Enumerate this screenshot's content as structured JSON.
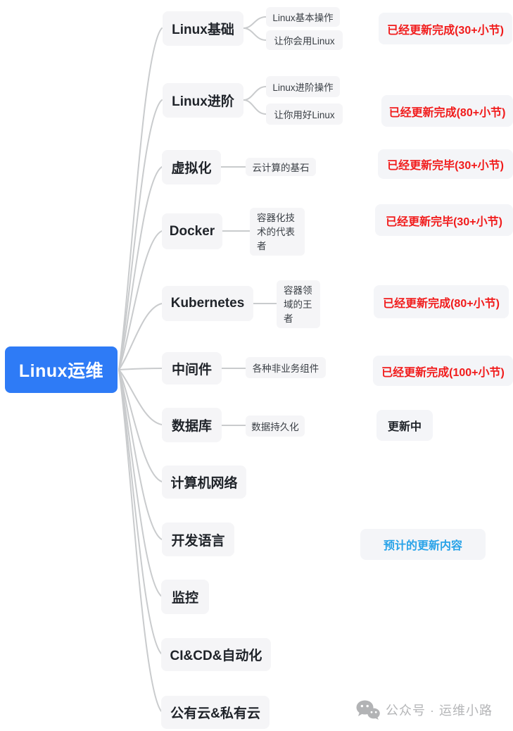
{
  "root": {
    "label": "Linux运维"
  },
  "topics": [
    {
      "label": "Linux基础",
      "children": [
        "Linux基本操作",
        "让你会用Linux"
      ],
      "status": "已经更新完成(30+小节)",
      "status_state": "done"
    },
    {
      "label": "Linux进阶",
      "children": [
        "Linux进阶操作",
        "让你用好Linux"
      ],
      "status": "已经更新完成(80+小节)",
      "status_state": "done"
    },
    {
      "label": "虚拟化",
      "children": [
        "云计算的基石"
      ],
      "status": "已经更新完毕(30+小节)",
      "status_state": "done"
    },
    {
      "label": "Docker",
      "children": [
        "容器化技术的代表者"
      ],
      "status": "已经更新完毕(30+小节)",
      "status_state": "done"
    },
    {
      "label": "Kubernetes",
      "children": [
        "容器领域的王者"
      ],
      "status": "已经更新完成(80+小节)",
      "status_state": "done"
    },
    {
      "label": "中间件",
      "children": [
        "各种非业务组件"
      ],
      "status": "已经更新完成(100+小节)",
      "status_state": "done"
    },
    {
      "label": "数据库",
      "children": [
        "数据持久化"
      ],
      "status": "更新中",
      "status_state": "updating"
    },
    {
      "label": "计算机网络",
      "children": [],
      "status": "",
      "status_state": "none"
    },
    {
      "label": "开发语言",
      "children": [],
      "status": "预计的更新内容",
      "status_state": "planned"
    },
    {
      "label": "监控",
      "children": [],
      "status": "",
      "status_state": "none"
    },
    {
      "label": "CI&CD&自动化",
      "children": [],
      "status": "",
      "status_state": "none"
    },
    {
      "label": "公有云&私有云",
      "children": [],
      "status": "",
      "status_state": "none"
    }
  ],
  "colors": {
    "root_bg": "#2e7bf6",
    "node_bg": "#f5f5f7",
    "status_done": "#f11b1b",
    "status_planned": "#29a3e8",
    "text": "#1f2329",
    "connector": "#c9cbcd",
    "watermark": "#b5b6b8"
  },
  "watermark": {
    "icon": "wechat-icon",
    "text": "公众号 · 运维小路"
  }
}
